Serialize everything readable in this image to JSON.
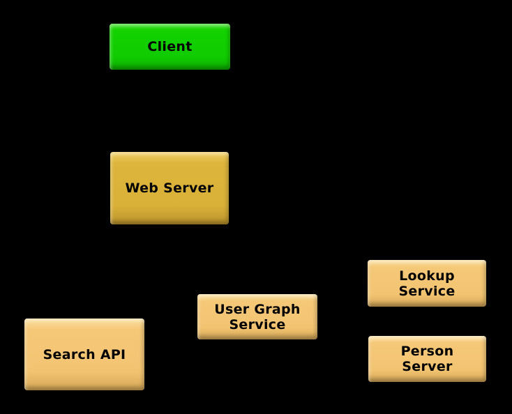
{
  "diagram": {
    "background_color": "#000000",
    "text_color": "#000000",
    "nodes": [
      {
        "id": "client",
        "label": "Client",
        "fill": "#13d200"
      },
      {
        "id": "web-server",
        "label": "Web Server",
        "fill": "#ddb53c"
      },
      {
        "id": "search-api",
        "label": "Search API",
        "fill": "#f5c878"
      },
      {
        "id": "user-graph-service",
        "label": "User Graph\nService",
        "fill": "#f5c878"
      },
      {
        "id": "lookup-service",
        "label": "Lookup\nService",
        "fill": "#f5c878"
      },
      {
        "id": "person-server",
        "label": "Person\nServer",
        "fill": "#f5c878"
      }
    ]
  }
}
